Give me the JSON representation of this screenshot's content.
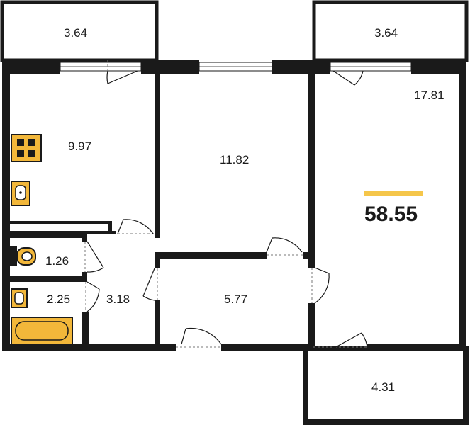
{
  "plan": {
    "total_area": "58.55",
    "rooms": {
      "balcony_left": "3.64",
      "balcony_right": "3.64",
      "kitchen": "9.97",
      "room_middle": "11.82",
      "room_large": "17.81",
      "toilet": "1.26",
      "bathroom": "2.25",
      "corridor": "3.18",
      "hall": "5.77",
      "loggia_bottom": "4.31"
    },
    "colors": {
      "wall": "#1a1a1a",
      "fixture": "#f2b73a",
      "accent_bar": "#f5c64a"
    }
  }
}
